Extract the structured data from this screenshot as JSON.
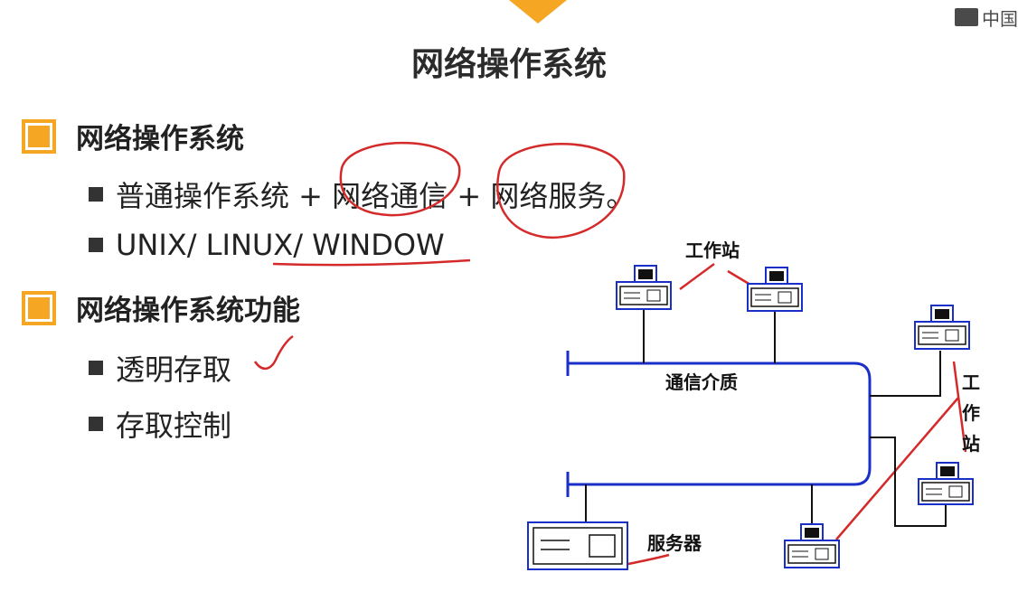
{
  "header": {
    "title": "网络操作系统",
    "logo_text": "中国"
  },
  "sections": [
    {
      "title": "网络操作系统",
      "bullets": [
        "普通操作系统 + 网络通信 + 网络服务。",
        "UNIX/ LINUX/ WINDOW"
      ]
    },
    {
      "title": "网络操作系统功能",
      "bullets": [
        "透明存取",
        "存取控制"
      ]
    }
  ],
  "diagram": {
    "label_workstation_top": "工作站",
    "label_medium": "通信介质",
    "label_server": "服务器",
    "label_workstation_right": [
      "工",
      "作",
      "站"
    ]
  },
  "colors": {
    "accent": "#f5a623",
    "network_line": "#1a2fc8",
    "annotation": "#d42a2a"
  }
}
